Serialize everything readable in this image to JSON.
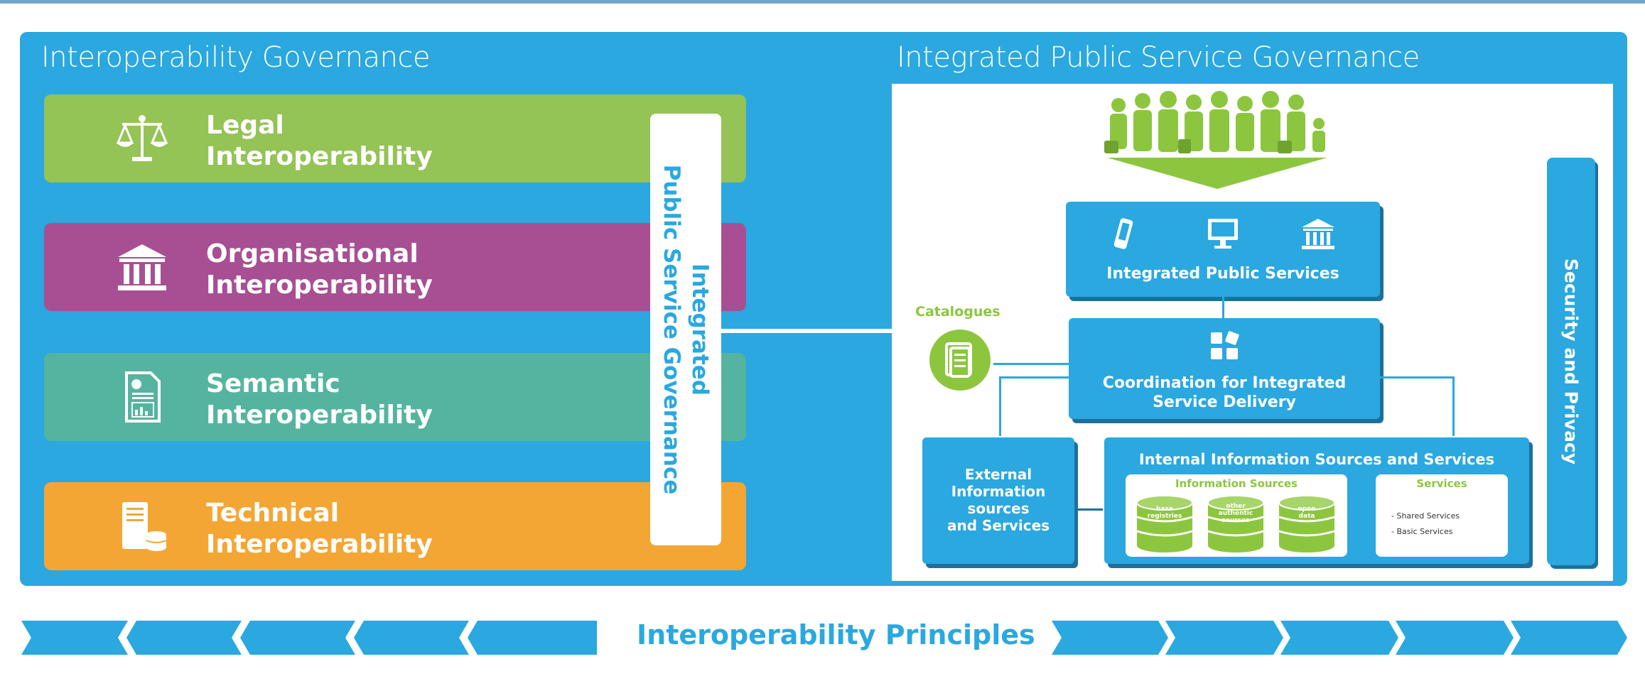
{
  "left_governance": {
    "title": "Interoperability Governance"
  },
  "right_governance": {
    "title": "Integrated Public Service Governance"
  },
  "layers": [
    {
      "line1": "Legal",
      "line2": "Interoperability",
      "color": "#94c356",
      "icon": "scales-icon"
    },
    {
      "line1": "Organisational",
      "line2": "Interoperability",
      "color": "#a84f93",
      "icon": "government-building-icon"
    },
    {
      "line1": "Semantic",
      "line2": "Interoperability",
      "color": "#55b4a0",
      "icon": "document-chart-icon"
    },
    {
      "line1": "Technical",
      "line2": "Interoperability",
      "color": "#f4a634",
      "icon": "server-database-icon"
    }
  ],
  "vertical_bar": {
    "line1": "Integrated",
    "line2": "Public Service Governance"
  },
  "catalogues": {
    "label": "Catalogues",
    "color": "#8cc63f",
    "icon": "catalogue-icon"
  },
  "integrated_services": {
    "label": "Integrated Public Services",
    "icons": [
      "mobile-phone-icon",
      "monitor-icon",
      "government-building-icon"
    ]
  },
  "coordination": {
    "line1": "Coordination for Integrated",
    "line2": "Service Delivery",
    "icon": "puzzle-pieces-icon"
  },
  "external_sources": {
    "lines": [
      "External",
      "Information",
      "sources",
      "and Services"
    ]
  },
  "internal_sources": {
    "title": "Internal Information Sources and Services",
    "information_sources": {
      "title": "Information Sources",
      "databases": [
        {
          "line1": "base",
          "line2": "registries"
        },
        {
          "line1": "other",
          "line2": "authentic",
          "line3": "sources"
        },
        {
          "line1": "open",
          "line2": "data"
        }
      ]
    },
    "services": {
      "title": "Services",
      "items": [
        "Shared Services",
        "Basic Services"
      ]
    }
  },
  "security_bar": {
    "label": "Security and Privacy"
  },
  "principles": {
    "label": "Interoperability Principles"
  },
  "colors": {
    "accent": "#2aa8df",
    "green": "#8cc63f",
    "dark_blue": "#1f6f9c"
  }
}
